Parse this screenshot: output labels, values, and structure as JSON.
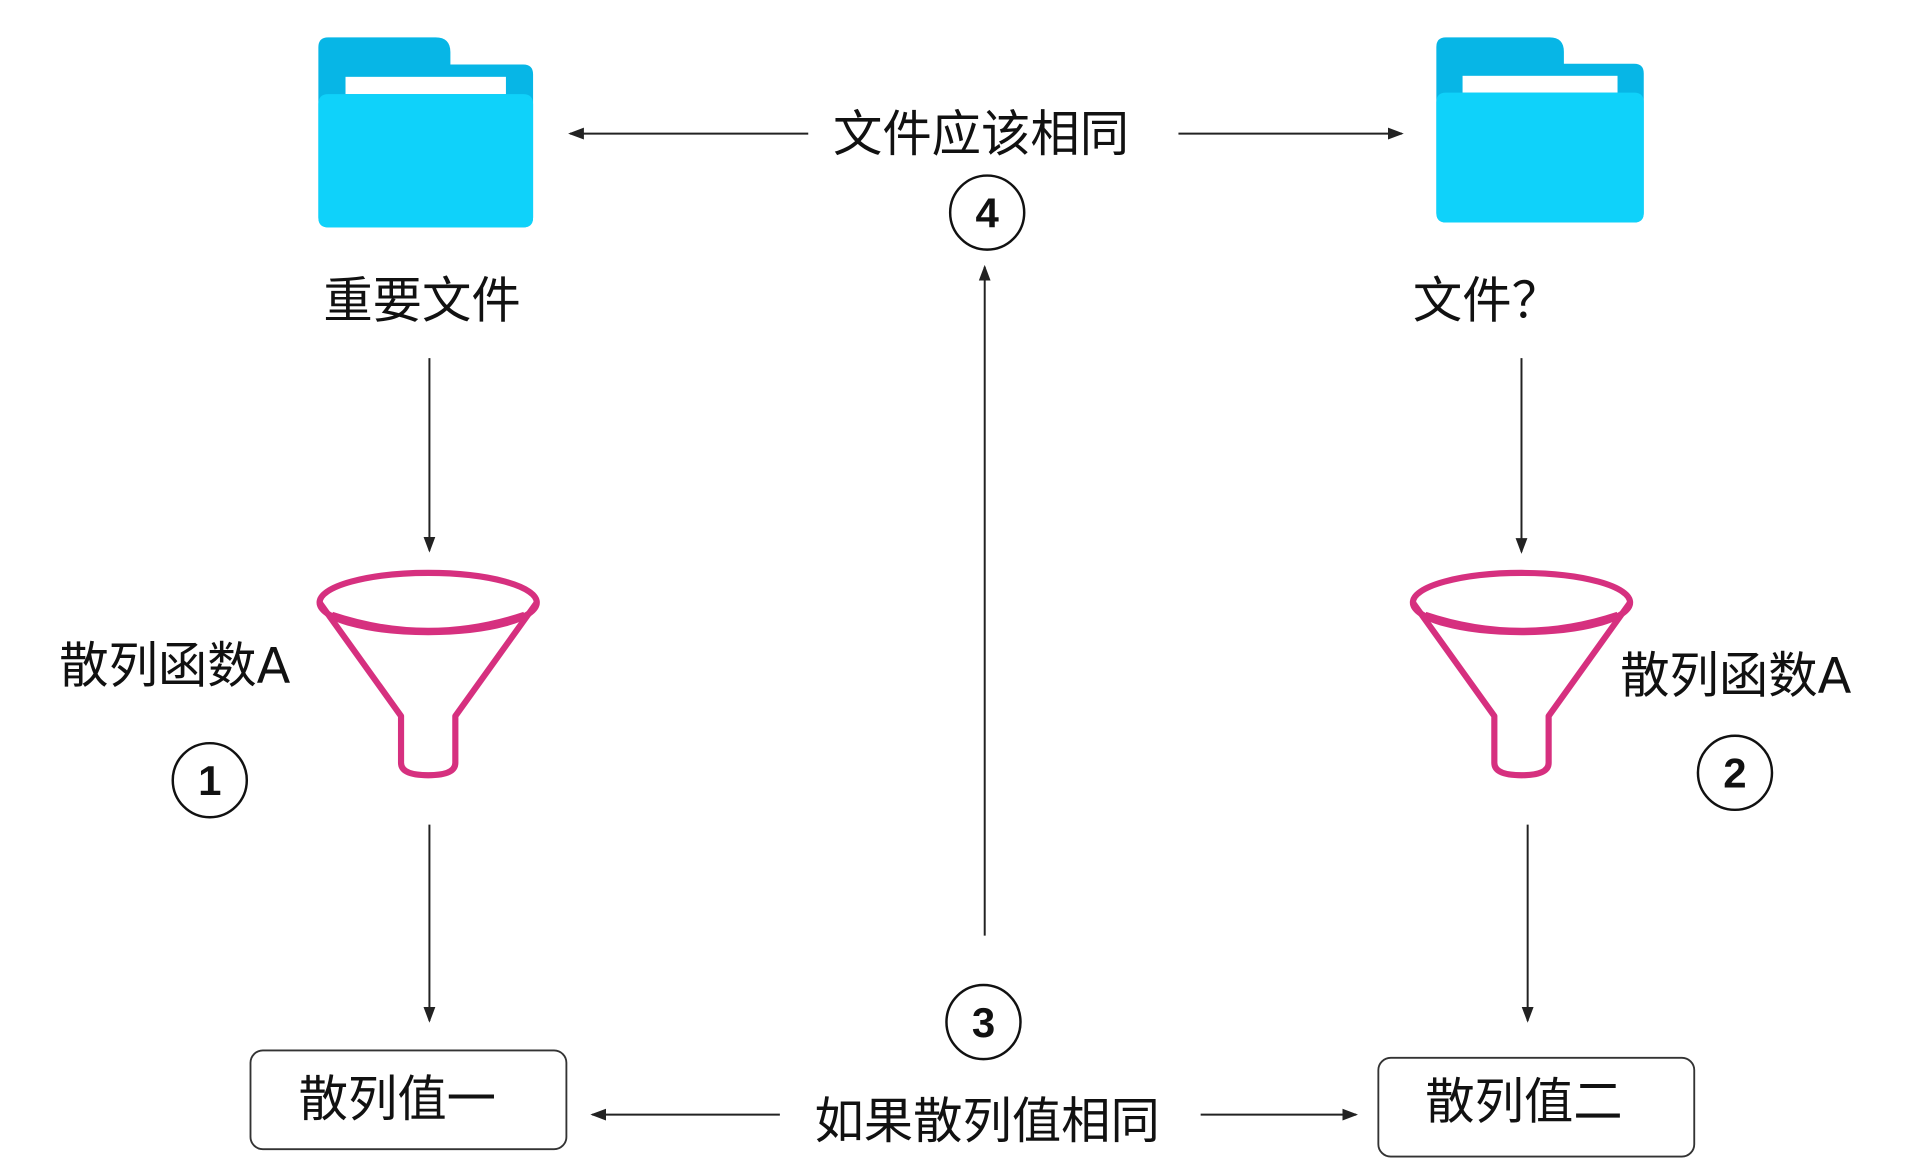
{
  "top_label": "文件应该相同",
  "bottom_label": "如果散列值相同",
  "left": {
    "file_label": "重要文件",
    "function_label": "散列函数A",
    "step": "1",
    "hash_label": "散列值一"
  },
  "right": {
    "file_label": "文件？",
    "function_label": "散列函数A",
    "step": "2",
    "hash_label": "散列值二"
  },
  "steps": {
    "compare": "3",
    "conclude": "4"
  },
  "colors": {
    "folder": "#0fd2fa",
    "folder_tab": "#07b6e6",
    "funnel": "#d6307f"
  }
}
